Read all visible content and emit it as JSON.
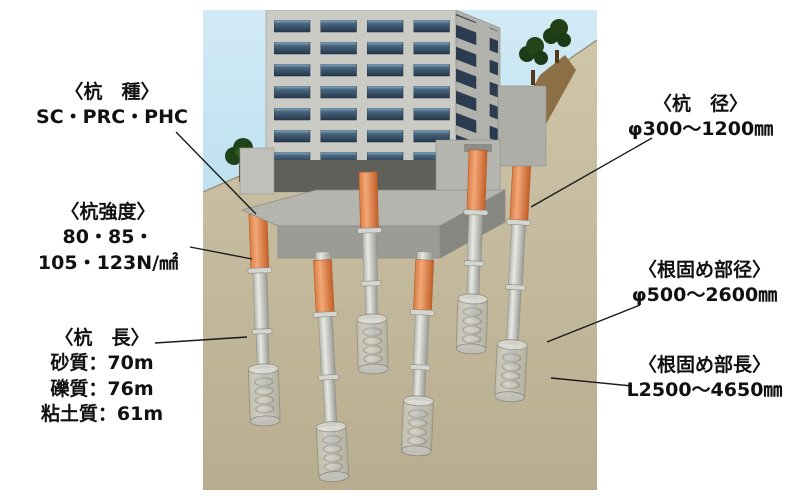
{
  "labels": {
    "pile_type": {
      "title": "〈杭　種〉",
      "lines": [
        "SC・PRC・PHC"
      ]
    },
    "pile_strength": {
      "title": "〈杭強度〉",
      "lines": [
        "80・85・",
        "105・123N/㎟"
      ]
    },
    "pile_length": {
      "title": "〈杭　長〉",
      "lines": [
        "砂質：70m",
        "礫質：76m",
        "粘土質：61m"
      ]
    },
    "pile_diameter": {
      "title": "〈杭　径〉",
      "lines": [
        "φ300〜1200㎜"
      ]
    },
    "root_diameter": {
      "title": "〈根固め部径〉",
      "lines": [
        "φ500〜2600㎜"
      ]
    },
    "root_length": {
      "title": "〈根固め部長〉",
      "lines": [
        "L2500〜4650㎜"
      ]
    }
  },
  "colors": {
    "background": "#ffffff",
    "sky": "#b9dcec",
    "ground": "#c5ba9c",
    "pile_upper_orange": "#e2824a",
    "pile_lower_gray": "#c6c6c0",
    "building_gray": "#cbcbc5",
    "window_blue": "#31455a",
    "tree_green": "#1e3c14",
    "leader_line": "#1a1a1a"
  }
}
